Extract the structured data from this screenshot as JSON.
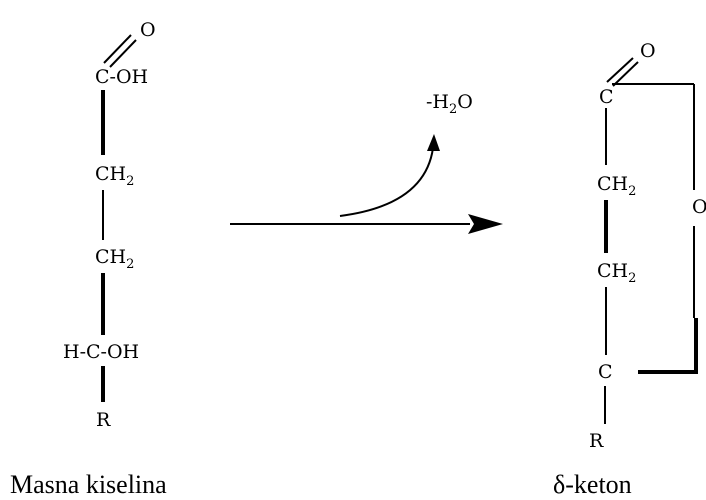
{
  "reactant": {
    "carbonyl_o": "O",
    "carboxyl": "C-OH",
    "ch2_top_main": "CH",
    "ch2_top_sub": "2",
    "ch2_bottom_main": "CH",
    "ch2_bottom_sub": "2",
    "hydroxy_carbon": "H-C-OH",
    "r_group": "R",
    "caption": "Masna kiselina"
  },
  "reaction": {
    "byproduct_prefix": "-H",
    "byproduct_sub": "2",
    "byproduct_suffix": "O"
  },
  "product": {
    "carbonyl_o": "O",
    "carbonyl_c": "C",
    "ch2_top_main": "CH",
    "ch2_top_sub": "2",
    "ch2_bottom_main": "CH",
    "ch2_bottom_sub": "2",
    "ring_o": "O",
    "ring_c": "C",
    "r_group": "R",
    "caption": "δ-keton"
  }
}
